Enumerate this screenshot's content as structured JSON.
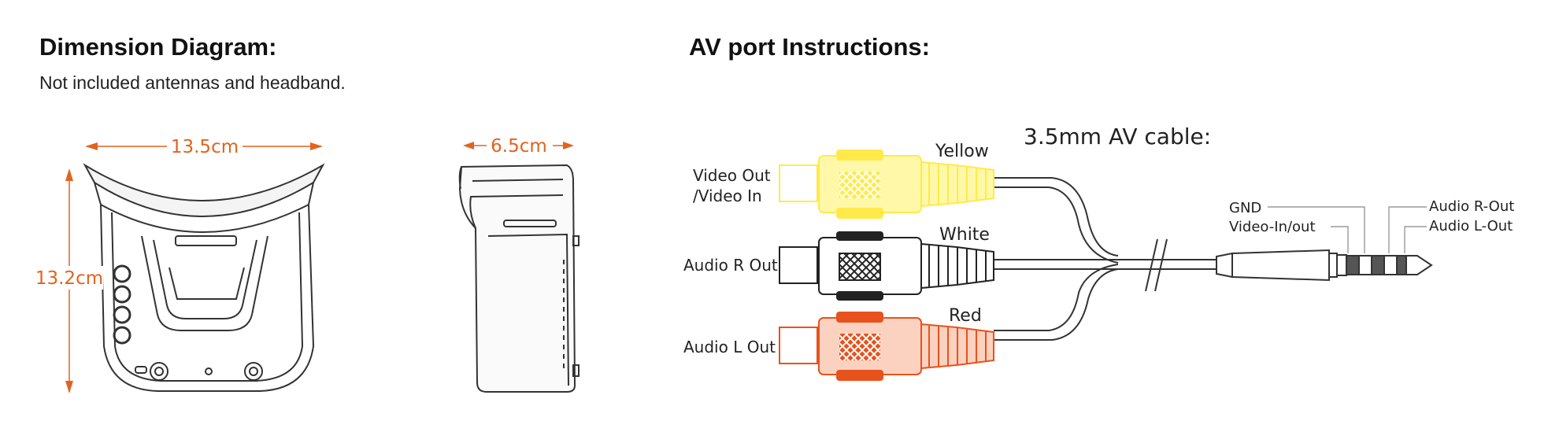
{
  "left_section": {
    "title": "Dimension Diagram:",
    "note": "Not included antennas and headband.",
    "width_label": "13.5cm",
    "height_label": "13.2cm",
    "depth_label": "6.5cm"
  },
  "right_section": {
    "title": "AV port Instructions:",
    "cable_title": "3.5mm AV  cable:",
    "connectors": [
      {
        "color_name": "Yellow",
        "port_label_line1": "Video Out",
        "port_label_line2": "/Video In",
        "color": "#ffea4a"
      },
      {
        "color_name": "White",
        "port_label_line1": "Audio R Out",
        "port_label_line2": "",
        "color": "#222222"
      },
      {
        "color_name": "Red",
        "port_label_line1": "Audio L Out",
        "port_label_line2": "",
        "color": "#e8521c"
      }
    ],
    "plug_labels": {
      "gnd": "GND",
      "video": "Video-In/out",
      "audio_r": "Audio R-Out",
      "audio_l": "Audio L-Out"
    }
  },
  "colors": {
    "dimension": "#e0641e",
    "outline": "#333333"
  }
}
